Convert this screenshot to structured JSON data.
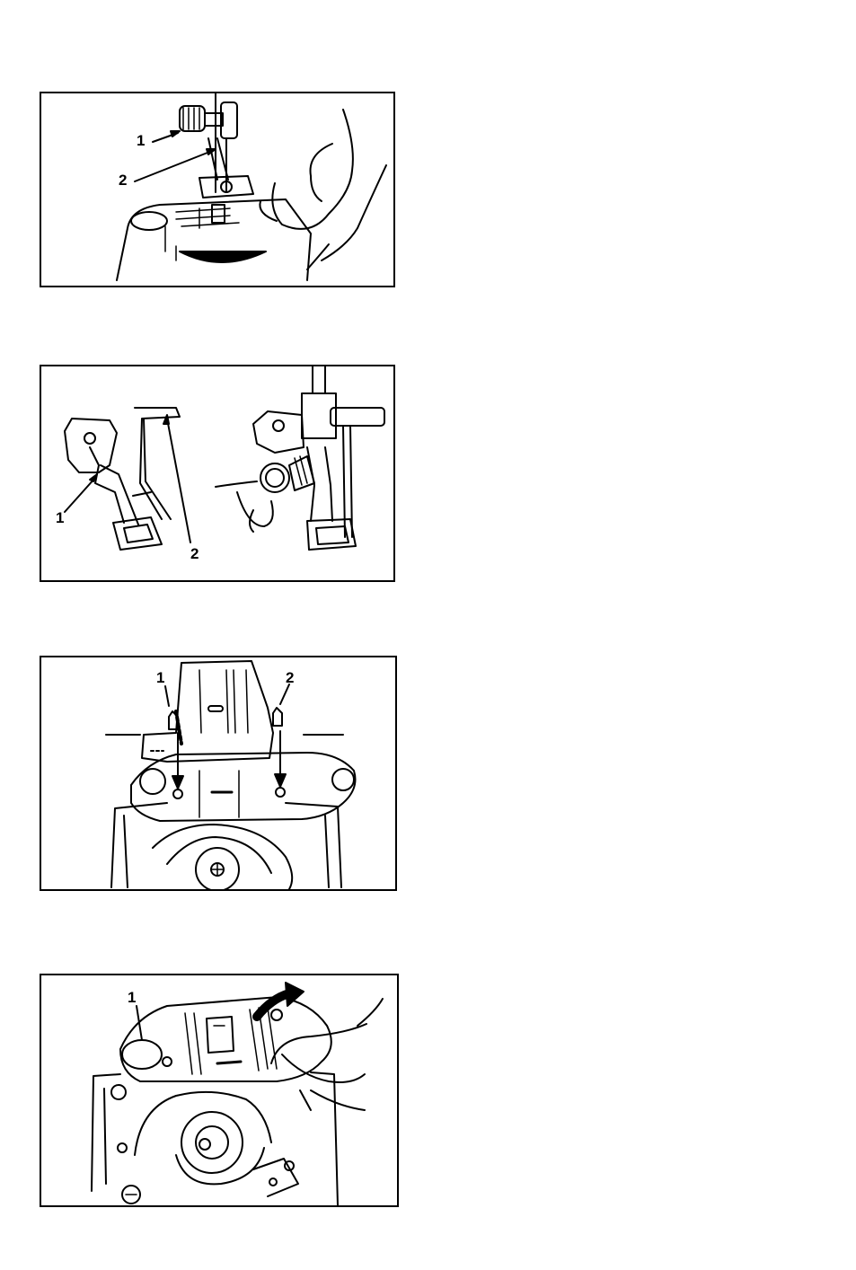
{
  "figures": [
    {
      "id": "fig-1",
      "callouts": [
        "1",
        "2"
      ]
    },
    {
      "id": "fig-2",
      "callouts": [
        "1",
        "2"
      ]
    },
    {
      "id": "fig-3",
      "callouts": [
        "1",
        "2"
      ]
    },
    {
      "id": "fig-4",
      "callouts": [
        "1"
      ]
    }
  ],
  "style": {
    "ink": "#000000",
    "paper": "#ffffff"
  }
}
